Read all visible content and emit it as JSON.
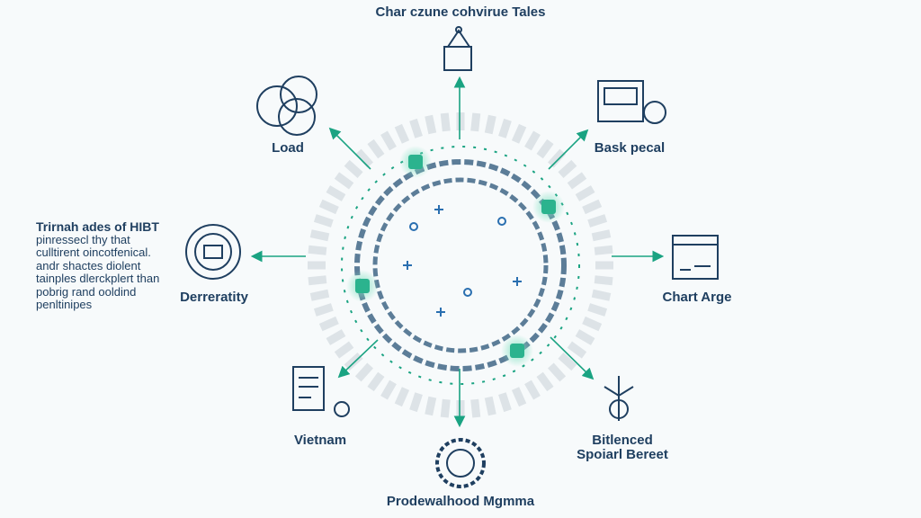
{
  "title": "Char czune cohvirue Tales",
  "description": {
    "heading": "Trirnah ades of HIBT",
    "lines": [
      "pinressecl thy that",
      "culltirent oincotfenical.",
      "andr shactes diolent",
      "tainples dlerckplert than",
      "pobrig rand ooldind",
      "penltinipes"
    ]
  },
  "nodes": {
    "load": "Load",
    "bask": "Bask pecal",
    "chart": "Chart Arge",
    "derreratity": "Derreratity",
    "vietnam": "Vietnam",
    "bitlenced": [
      "Bitlenced",
      "Spoiarl Bereet"
    ],
    "prodewalhood": "Prodewalhood Mgmma"
  },
  "colors": {
    "accent": "#1aa382",
    "ink": "#1f3f60",
    "ring": "#d9dfe3"
  }
}
